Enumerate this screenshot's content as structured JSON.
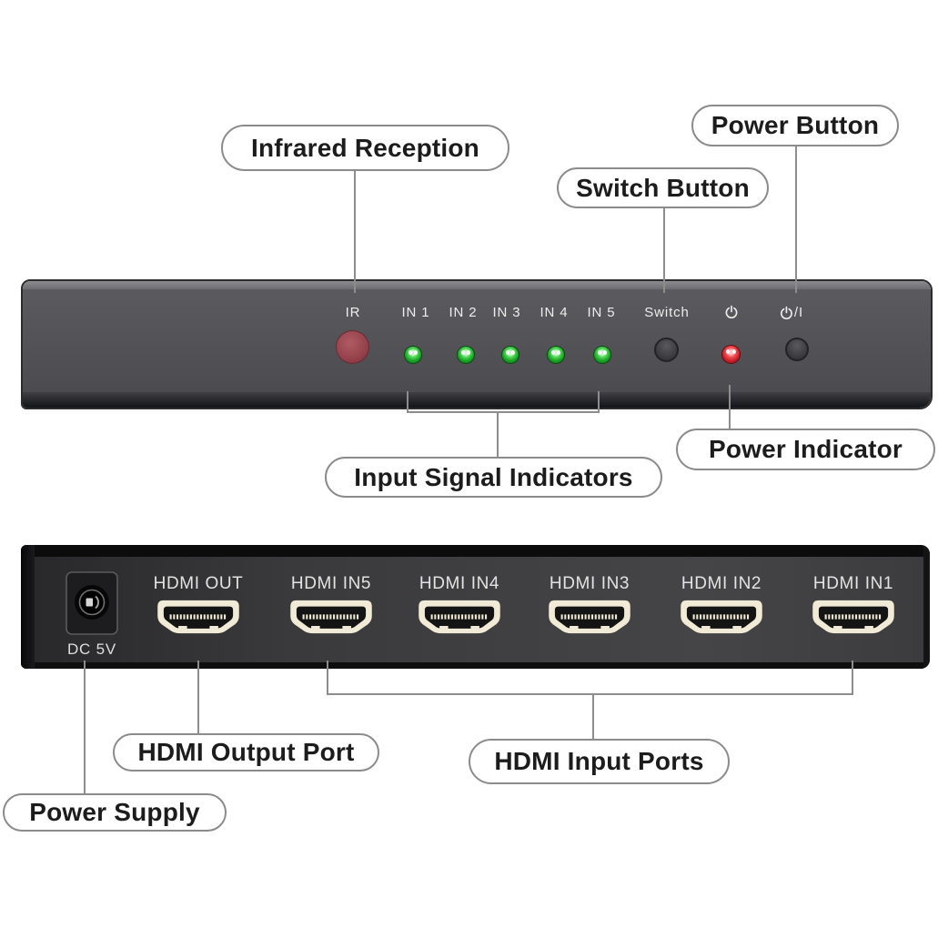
{
  "device": {
    "front_panel": {
      "ir_label": "IR",
      "inputs": [
        {
          "label": "IN 1",
          "state": "on"
        },
        {
          "label": "IN 2",
          "state": "on"
        },
        {
          "label": "IN 3",
          "state": "on"
        },
        {
          "label": "IN 4",
          "state": "on"
        },
        {
          "label": "IN 5",
          "state": "on"
        }
      ],
      "switch_label": "Switch",
      "power_indicator_state": "on",
      "power_button_suffix": "/I"
    },
    "rear_panel": {
      "dc_label": "DC 5V",
      "ports": [
        {
          "label": "HDMI OUT"
        },
        {
          "label": "HDMI IN5"
        },
        {
          "label": "HDMI IN4"
        },
        {
          "label": "HDMI IN3"
        },
        {
          "label": "HDMI IN2"
        },
        {
          "label": "HDMI IN1"
        }
      ]
    }
  },
  "callouts": {
    "infrared_reception": "Infrared Reception",
    "switch_button": "Switch Button",
    "power_button": "Power Button",
    "input_signal_indicators": "Input Signal Indicators",
    "power_indicator": "Power Indicator",
    "hdmi_output_port": "HDMI Output Port",
    "hdmi_input_ports": "HDMI Input Ports",
    "power_supply": "Power Supply"
  },
  "colors": {
    "led_green": "#2fbe38",
    "led_red": "#dd2f38",
    "ir_red": "#95424c",
    "hdmi_port_cream": "#f0ead6",
    "front_panel_gray": "#515155",
    "rear_panel_gray": "#353537",
    "callout_line_gray": "#8d8d8d"
  }
}
